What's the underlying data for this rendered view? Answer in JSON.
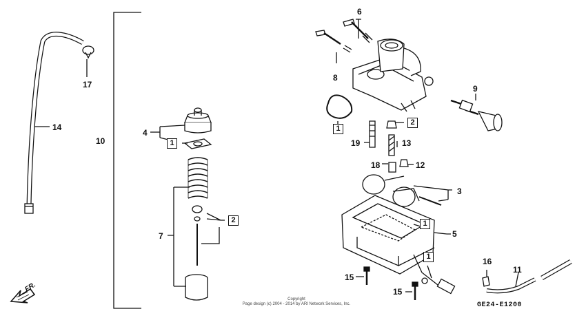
{
  "callouts": {
    "n3": "3",
    "n4": "4",
    "n5": "5",
    "n6": "6",
    "n7": "7",
    "n8": "8",
    "n9": "9",
    "n10": "10",
    "n11": "11",
    "n12": "12",
    "n13": "13",
    "n14": "14",
    "n15a": "15",
    "n15b": "15",
    "n16": "16",
    "n17": "17",
    "n18": "18",
    "n19": "19"
  },
  "boxed": {
    "b4": "1",
    "b7": "2",
    "gasket": "1",
    "jet": "2",
    "float": "1",
    "drain": "1"
  },
  "copyright": {
    "line1": "Copyright",
    "line2": "Page design (c) 2004 - 2014 by ARI Network Services, Inc."
  },
  "diagram_code": "GE24-E1200",
  "front_marker": "FR."
}
